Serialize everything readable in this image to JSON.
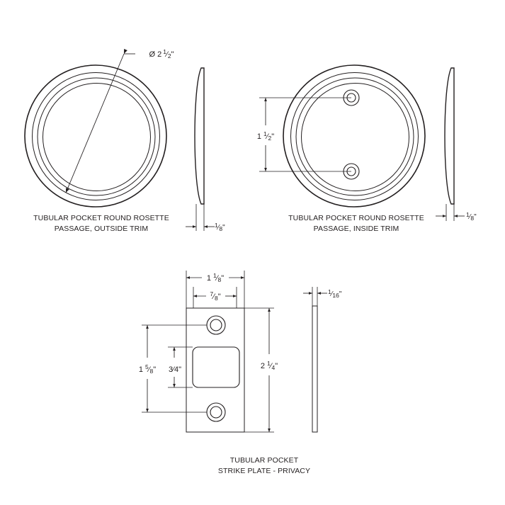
{
  "document": {
    "type": "technical-drawing",
    "background_color": "#ffffff",
    "line_color": "#231f20",
    "text_color": "#231f20"
  },
  "views": {
    "outside_trim": {
      "caption_line1": "TUBULAR POCKET ROUND ROSETTE",
      "caption_line2": "PASSAGE, OUTSIDE TRIM",
      "diameter_label": "Ø 2",
      "diameter_frac_num": "1",
      "diameter_frac_den": "2",
      "diameter_unit": "\"",
      "thickness_frac_num": "1",
      "thickness_frac_den": "8",
      "thickness_unit": "\"",
      "ring_count": 4
    },
    "inside_trim": {
      "caption_line1": "TUBULAR POCKET ROUND ROSETTE",
      "caption_line2": "PASSAGE, INSIDE TRIM",
      "hole_spacing_whole": "1",
      "hole_spacing_frac_num": "1",
      "hole_spacing_frac_den": "2",
      "hole_spacing_unit": "\"",
      "thickness_frac_num": "1",
      "thickness_frac_den": "8",
      "thickness_unit": "\"",
      "screw_hole_count": 2,
      "ring_count": 4
    },
    "strike_plate": {
      "caption_line1": "TUBULAR POCKET",
      "caption_line2": "STRIKE PLATE - PRIVACY",
      "width_whole": "1",
      "width_frac_num": "1",
      "width_frac_den": "8",
      "width_unit": "\"",
      "inner_width_frac_num": "7",
      "inner_width_frac_den": "8",
      "inner_width_unit": "\"",
      "height_whole": "2",
      "height_frac_num": "1",
      "height_frac_den": "4",
      "height_unit": "\"",
      "hole_spacing_whole": "1",
      "hole_spacing_frac_num": "5",
      "hole_spacing_frac_den": "8",
      "hole_spacing_unit": "\"",
      "cutout_height_num": "3",
      "cutout_height_den": "4",
      "cutout_height_unit": "\"",
      "thickness_frac_num": "1",
      "thickness_frac_den": "16",
      "thickness_unit": "\"",
      "screw_hole_count": 2
    }
  }
}
